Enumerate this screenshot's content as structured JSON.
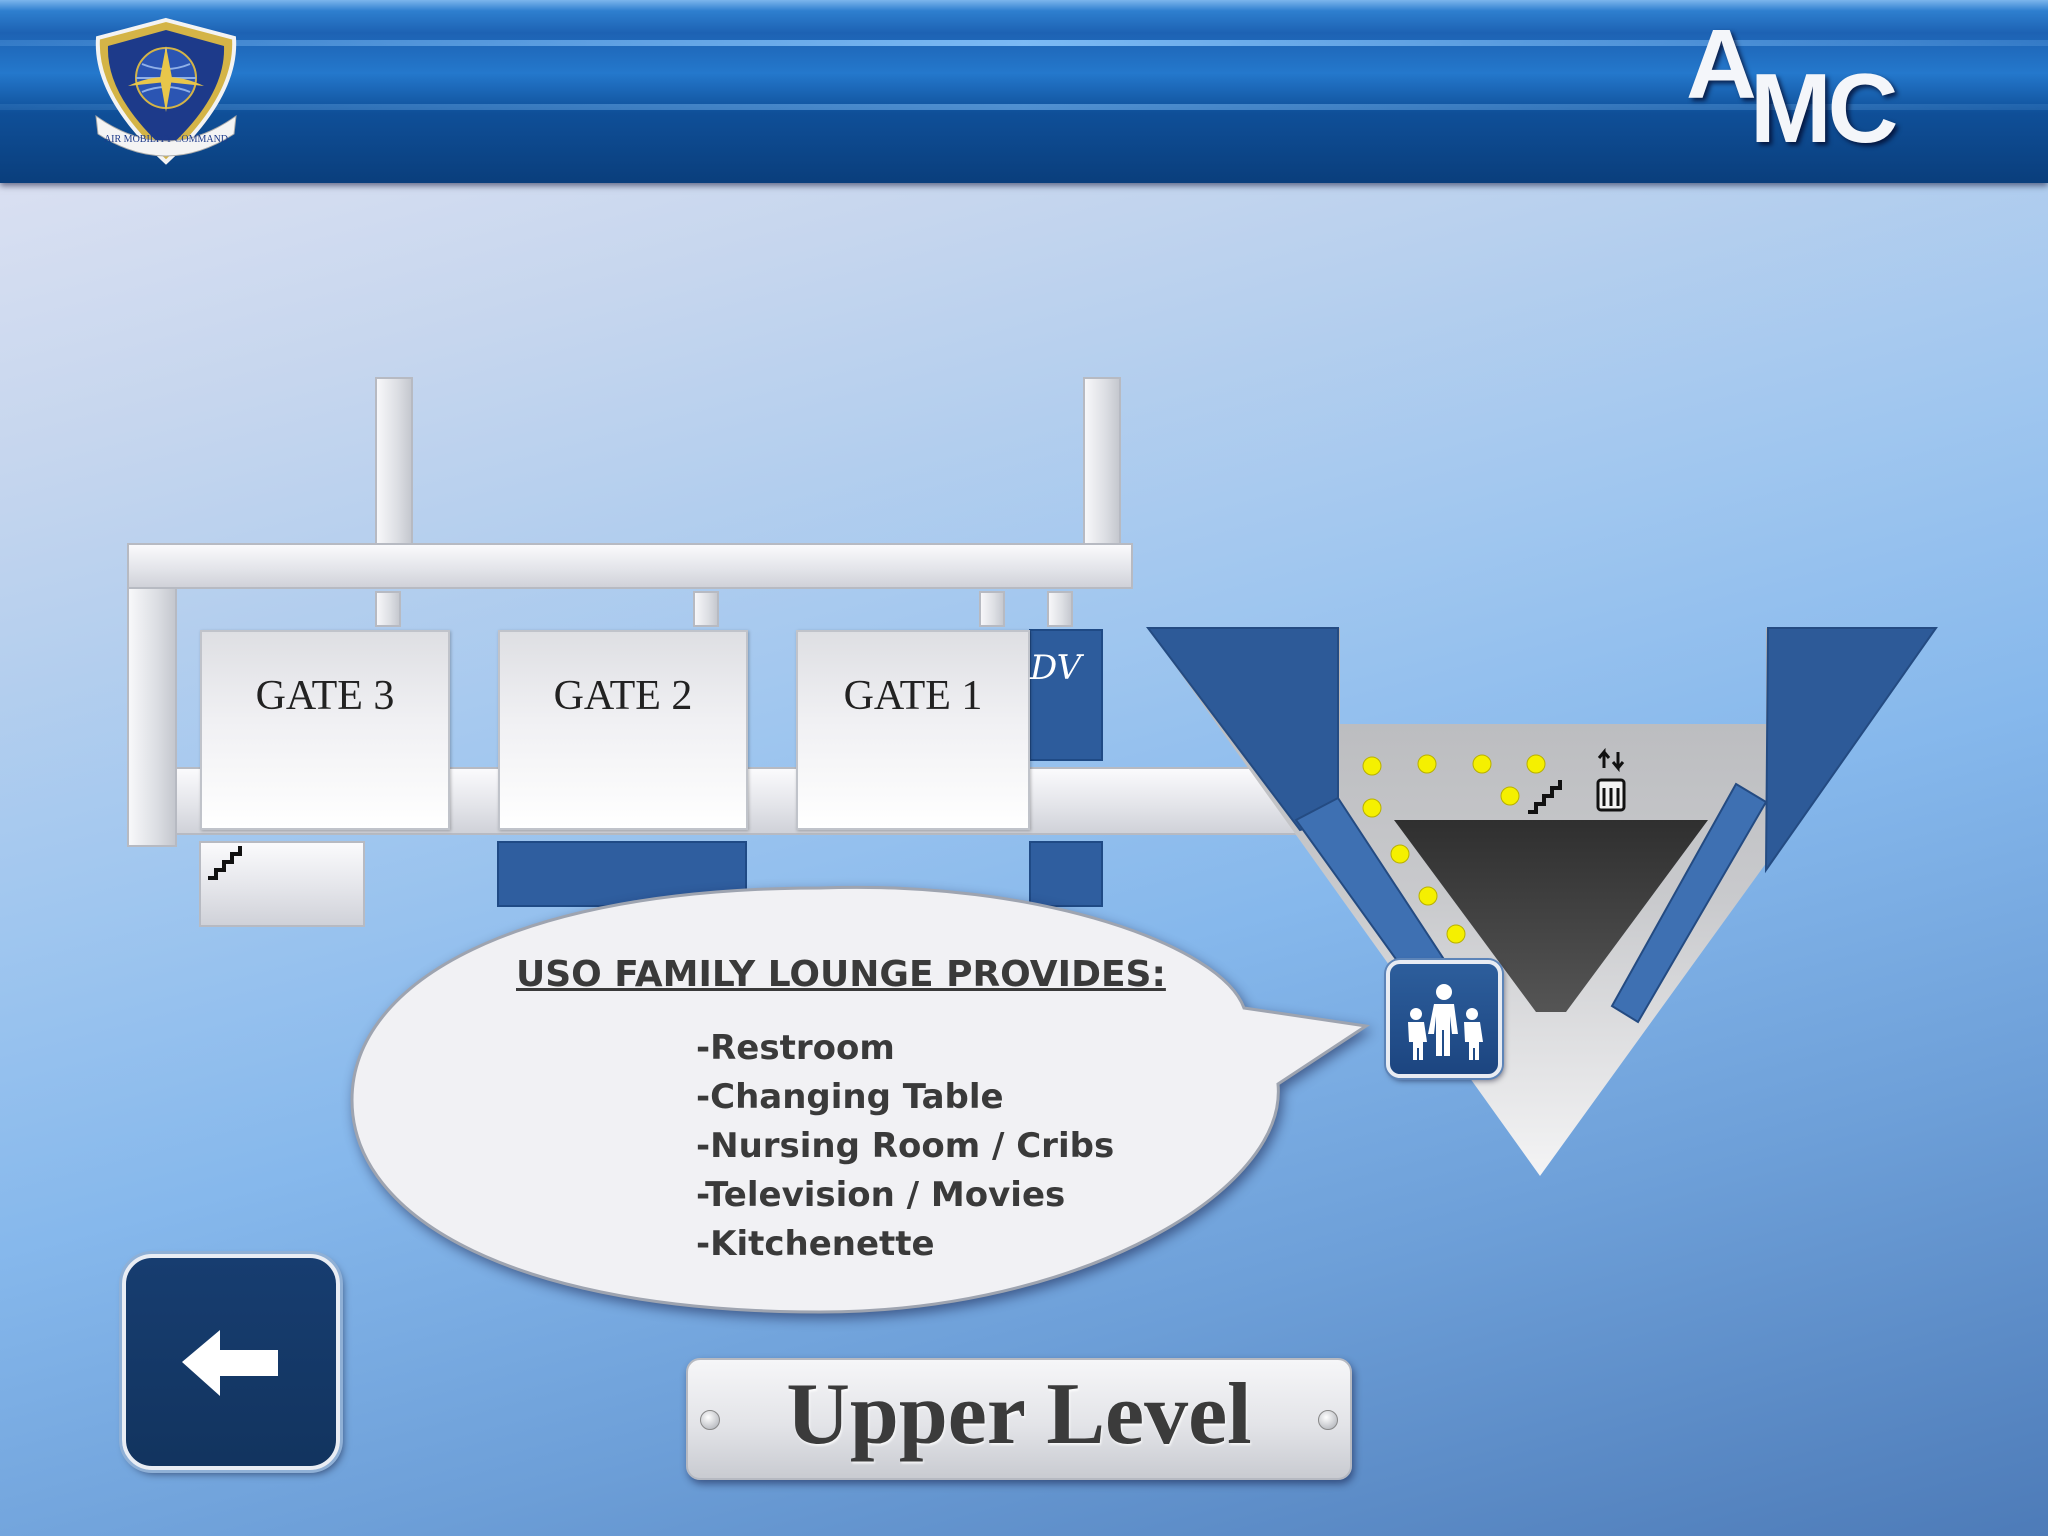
{
  "header": {
    "logo_text_a": "A",
    "logo_text_mc": "MC",
    "emblem_text": "AIR MOBILITY COMMAND"
  },
  "map": {
    "gates": [
      {
        "label": "GATE 3"
      },
      {
        "label": "GATE 2"
      },
      {
        "label": "GATE 1"
      }
    ],
    "dv_label": "DV",
    "icons": [
      "stairs-icon",
      "elevator-icon",
      "family-icon"
    ],
    "colors": {
      "corridor": "#e8e9ee",
      "blue_area": "#2f62a4",
      "dark_floor": "#3a3a3a",
      "path_dots": "#f5f000"
    }
  },
  "callout": {
    "title": "USO FAMILY LOUNGE PROVIDES:",
    "items": [
      "-Restroom",
      "-Changing Table",
      "-Nursing Room / Cribs",
      "-Television / Movies",
      "-Kitchenette"
    ]
  },
  "footer": {
    "level_title": "Upper Level",
    "back_icon": "arrow-left-icon"
  }
}
